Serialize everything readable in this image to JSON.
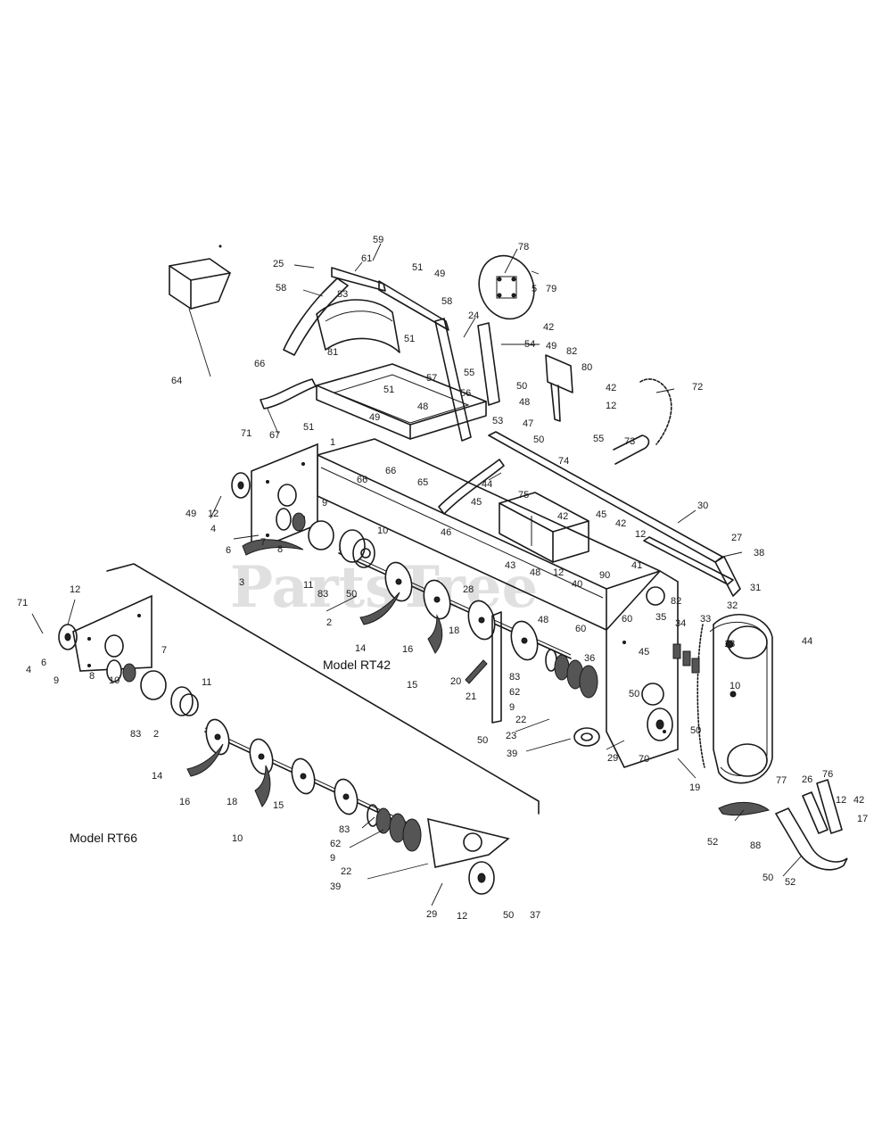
{
  "diagram": {
    "models": [
      {
        "key": "rt42",
        "label": "Model RT42"
      },
      {
        "key": "rt66",
        "label": "Model RT66"
      }
    ],
    "watermark": "PartsTree",
    "callouts": [
      {
        "id": "c1",
        "text": "59"
      },
      {
        "id": "c2",
        "text": "25"
      },
      {
        "id": "c3",
        "text": "61"
      },
      {
        "id": "c4",
        "text": "58"
      },
      {
        "id": "c5",
        "text": "83"
      },
      {
        "id": "c6",
        "text": "51"
      },
      {
        "id": "c7",
        "text": "49"
      },
      {
        "id": "c8",
        "text": "58"
      },
      {
        "id": "c9",
        "text": "78"
      },
      {
        "id": "c10",
        "text": "5"
      },
      {
        "id": "c11",
        "text": "79"
      },
      {
        "id": "c12",
        "text": "24"
      },
      {
        "id": "c13",
        "text": "54"
      },
      {
        "id": "c14",
        "text": "42"
      },
      {
        "id": "c15",
        "text": "49"
      },
      {
        "id": "c16",
        "text": "82"
      },
      {
        "id": "c17",
        "text": "80"
      },
      {
        "id": "c18",
        "text": "42"
      },
      {
        "id": "c19",
        "text": "12"
      },
      {
        "id": "c20",
        "text": "50"
      },
      {
        "id": "c21",
        "text": "48"
      },
      {
        "id": "c22",
        "text": "47"
      },
      {
        "id": "c23",
        "text": "50"
      },
      {
        "id": "c24",
        "text": "72"
      },
      {
        "id": "c25",
        "text": "64"
      },
      {
        "id": "c26",
        "text": "66"
      },
      {
        "id": "c27",
        "text": "81"
      },
      {
        "id": "c28",
        "text": "51"
      },
      {
        "id": "c29",
        "text": "57"
      },
      {
        "id": "c30",
        "text": "55"
      },
      {
        "id": "c31",
        "text": "51"
      },
      {
        "id": "c32",
        "text": "56"
      },
      {
        "id": "c33",
        "text": "49"
      },
      {
        "id": "c34",
        "text": "48"
      },
      {
        "id": "c35",
        "text": "53"
      },
      {
        "id": "c36",
        "text": "67"
      },
      {
        "id": "c37",
        "text": "51"
      },
      {
        "id": "c38",
        "text": "71"
      },
      {
        "id": "c39",
        "text": "1"
      },
      {
        "id": "c40",
        "text": "66"
      },
      {
        "id": "c41",
        "text": "66"
      },
      {
        "id": "c42",
        "text": "65"
      },
      {
        "id": "c43",
        "text": "55"
      },
      {
        "id": "c44",
        "text": "73"
      },
      {
        "id": "c45",
        "text": "74"
      },
      {
        "id": "c46",
        "text": "44"
      },
      {
        "id": "c47",
        "text": "75"
      },
      {
        "id": "c48",
        "text": "45"
      },
      {
        "id": "c49",
        "text": "46"
      },
      {
        "id": "c50",
        "text": "30"
      },
      {
        "id": "c51",
        "text": "42"
      },
      {
        "id": "c52",
        "text": "45"
      },
      {
        "id": "c53",
        "text": "42"
      },
      {
        "id": "c54",
        "text": "12"
      },
      {
        "id": "c55",
        "text": "41"
      },
      {
        "id": "c56",
        "text": "43"
      },
      {
        "id": "c57",
        "text": "27"
      },
      {
        "id": "c58",
        "text": "38"
      },
      {
        "id": "c59",
        "text": "49"
      },
      {
        "id": "c60",
        "text": "12"
      },
      {
        "id": "c61",
        "text": "4"
      },
      {
        "id": "c62",
        "text": "6"
      },
      {
        "id": "c63",
        "text": "9"
      },
      {
        "id": "c64",
        "text": "7"
      },
      {
        "id": "c65",
        "text": "8"
      },
      {
        "id": "c66",
        "text": "10"
      },
      {
        "id": "c67",
        "text": "3"
      },
      {
        "id": "c68",
        "text": "11"
      },
      {
        "id": "c69",
        "text": "83"
      },
      {
        "id": "c70",
        "text": "50"
      },
      {
        "id": "c71",
        "text": "2"
      },
      {
        "id": "c72",
        "text": "28"
      },
      {
        "id": "c73",
        "text": "14"
      },
      {
        "id": "c74",
        "text": "16"
      },
      {
        "id": "c75",
        "text": "18"
      },
      {
        "id": "c76",
        "text": "15"
      },
      {
        "id": "c77",
        "text": "48"
      },
      {
        "id": "c78",
        "text": "12"
      },
      {
        "id": "c79",
        "text": "40"
      },
      {
        "id": "c80",
        "text": "90"
      },
      {
        "id": "c81",
        "text": "48"
      },
      {
        "id": "c82",
        "text": "60"
      },
      {
        "id": "c83",
        "text": "60"
      },
      {
        "id": "c84",
        "text": "36"
      },
      {
        "id": "c85",
        "text": "82"
      },
      {
        "id": "c86",
        "text": "35"
      },
      {
        "id": "c87",
        "text": "34"
      },
      {
        "id": "c88",
        "text": "33"
      },
      {
        "id": "c89",
        "text": "32"
      },
      {
        "id": "c90",
        "text": "31"
      },
      {
        "id": "c91",
        "text": "44"
      },
      {
        "id": "c92",
        "text": "13"
      },
      {
        "id": "c93",
        "text": "45"
      },
      {
        "id": "c94",
        "text": "50"
      },
      {
        "id": "c95",
        "text": "10"
      },
      {
        "id": "c96",
        "text": "83"
      },
      {
        "id": "c97",
        "text": "62"
      },
      {
        "id": "c98",
        "text": "9"
      },
      {
        "id": "c99",
        "text": "22"
      },
      {
        "id": "c100",
        "text": "23"
      },
      {
        "id": "c101",
        "text": "39"
      },
      {
        "id": "c102",
        "text": "29"
      },
      {
        "id": "c103",
        "text": "70"
      },
      {
        "id": "c104",
        "text": "50"
      },
      {
        "id": "c105",
        "text": "19"
      },
      {
        "id": "c106",
        "text": "20"
      },
      {
        "id": "c107",
        "text": "21"
      },
      {
        "id": "c108",
        "text": "50"
      },
      {
        "id": "c109",
        "text": "71"
      },
      {
        "id": "c110",
        "text": "12"
      },
      {
        "id": "c111",
        "text": "4"
      },
      {
        "id": "c112",
        "text": "6"
      },
      {
        "id": "c113",
        "text": "9"
      },
      {
        "id": "c114",
        "text": "7"
      },
      {
        "id": "c115",
        "text": "8"
      },
      {
        "id": "c116",
        "text": "10"
      },
      {
        "id": "c117",
        "text": "11"
      },
      {
        "id": "c118",
        "text": "83"
      },
      {
        "id": "c119",
        "text": "2"
      },
      {
        "id": "c120",
        "text": "14"
      },
      {
        "id": "c121",
        "text": "16"
      },
      {
        "id": "c122",
        "text": "18"
      },
      {
        "id": "c123",
        "text": "15"
      },
      {
        "id": "c124",
        "text": "10"
      },
      {
        "id": "c125",
        "text": "83"
      },
      {
        "id": "c126",
        "text": "62"
      },
      {
        "id": "c127",
        "text": "9"
      },
      {
        "id": "c128",
        "text": "22"
      },
      {
        "id": "c129",
        "text": "39"
      },
      {
        "id": "c130",
        "text": "29"
      },
      {
        "id": "c131",
        "text": "12"
      },
      {
        "id": "c132",
        "text": "50"
      },
      {
        "id": "c133",
        "text": "37"
      },
      {
        "id": "c134",
        "text": "52"
      },
      {
        "id": "c135",
        "text": "88"
      },
      {
        "id": "c136",
        "text": "77"
      },
      {
        "id": "c137",
        "text": "26"
      },
      {
        "id": "c138",
        "text": "76"
      },
      {
        "id": "c139",
        "text": "12"
      },
      {
        "id": "c140",
        "text": "42"
      },
      {
        "id": "c141",
        "text": "17"
      },
      {
        "id": "c142",
        "text": "50"
      },
      {
        "id": "c143",
        "text": "52"
      }
    ]
  }
}
